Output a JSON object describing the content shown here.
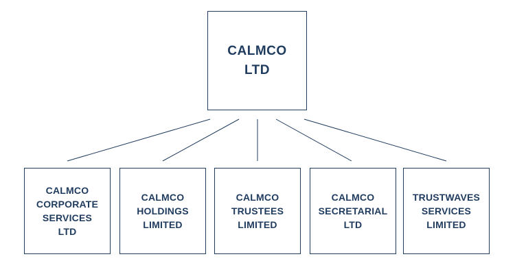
{
  "colors": {
    "border": "#1f3b5e",
    "text": "#1f3b5e",
    "background": "#ffffff"
  },
  "root": {
    "label": "CALMCO\nLTD"
  },
  "children": [
    {
      "label": "CALMCO\nCORPORATE\nSERVICES\nLTD"
    },
    {
      "label": "CALMCO\nHOLDINGS\nLIMITED"
    },
    {
      "label": "CALMCO\nTRUSTEES\nLIMITED"
    },
    {
      "label": "CALMCO\nSECRETARIAL\nLTD"
    },
    {
      "label": "TRUSTWAVES\nSERVICES\nLIMITED"
    }
  ]
}
